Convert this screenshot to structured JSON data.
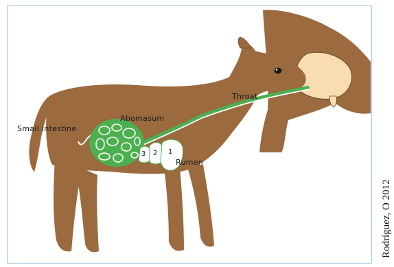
{
  "labels": {
    "small_intestine": "Small intestine",
    "abomasum": "Abomasum",
    "throat": "Throat",
    "rumen": "Rumen"
  },
  "compartments": {
    "one": "1",
    "two": "2",
    "three": "3"
  },
  "credit": "Rodríguez, O 2012",
  "colors": {
    "cow_body": "#9b6a3e",
    "udder": "#f7ddb0",
    "digestive_tract": "#4caf50",
    "frame_border": "#9ec9dc"
  }
}
